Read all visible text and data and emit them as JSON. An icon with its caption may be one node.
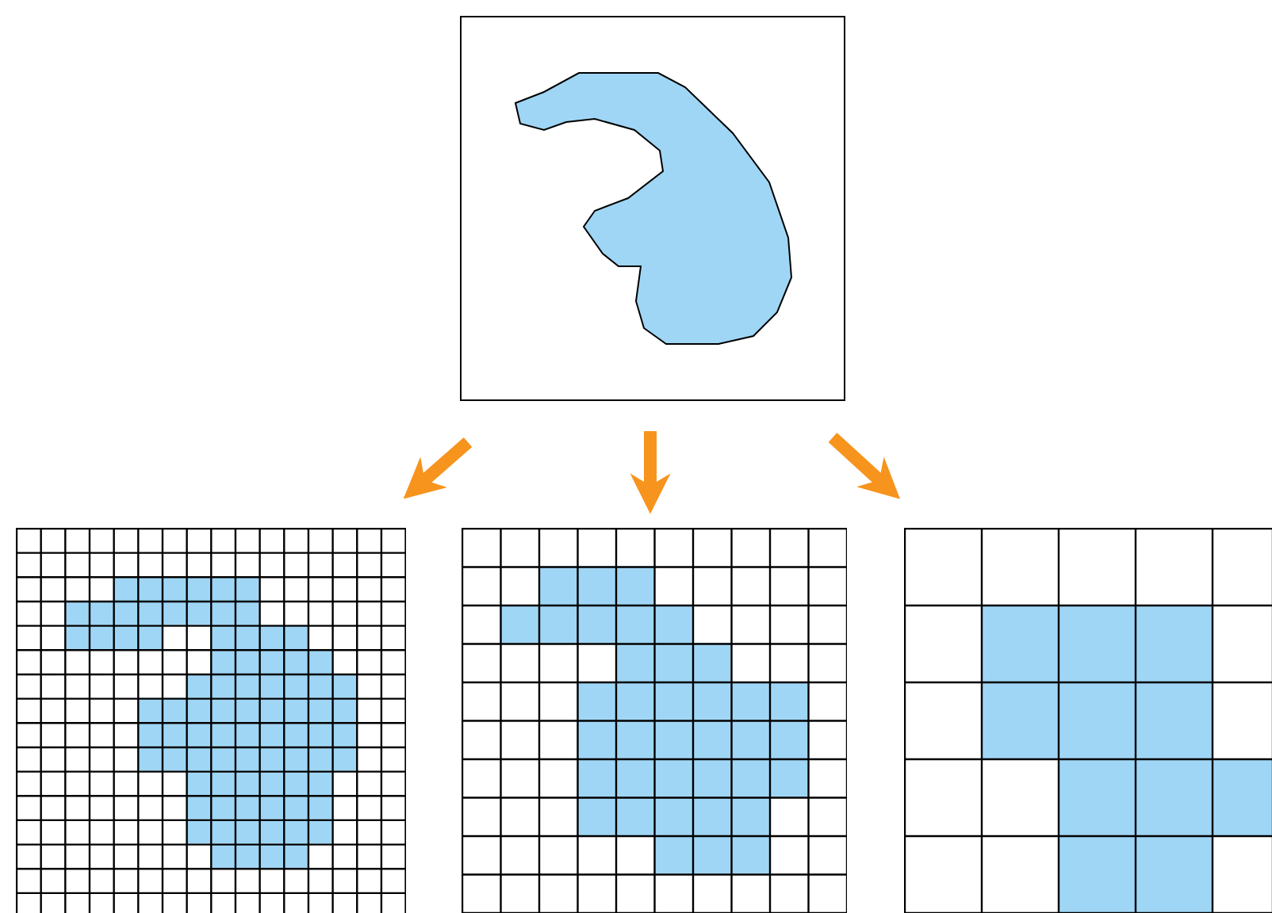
{
  "diagram": {
    "nodes": [
      {
        "text": [],
        "shape": "box"
      },
      {
        "text": [],
        "shape": "grid"
      },
      {
        "text": [],
        "shape": "grid"
      },
      {
        "text": [],
        "shape": "grid"
      }
    ],
    "edges": [
      {
        "from": 0,
        "to": 1,
        "arrow": "to"
      },
      {
        "from": 0,
        "to": 2,
        "arrow": "to"
      },
      {
        "from": 0,
        "to": 3,
        "arrow": "to"
      }
    ]
  }
}
